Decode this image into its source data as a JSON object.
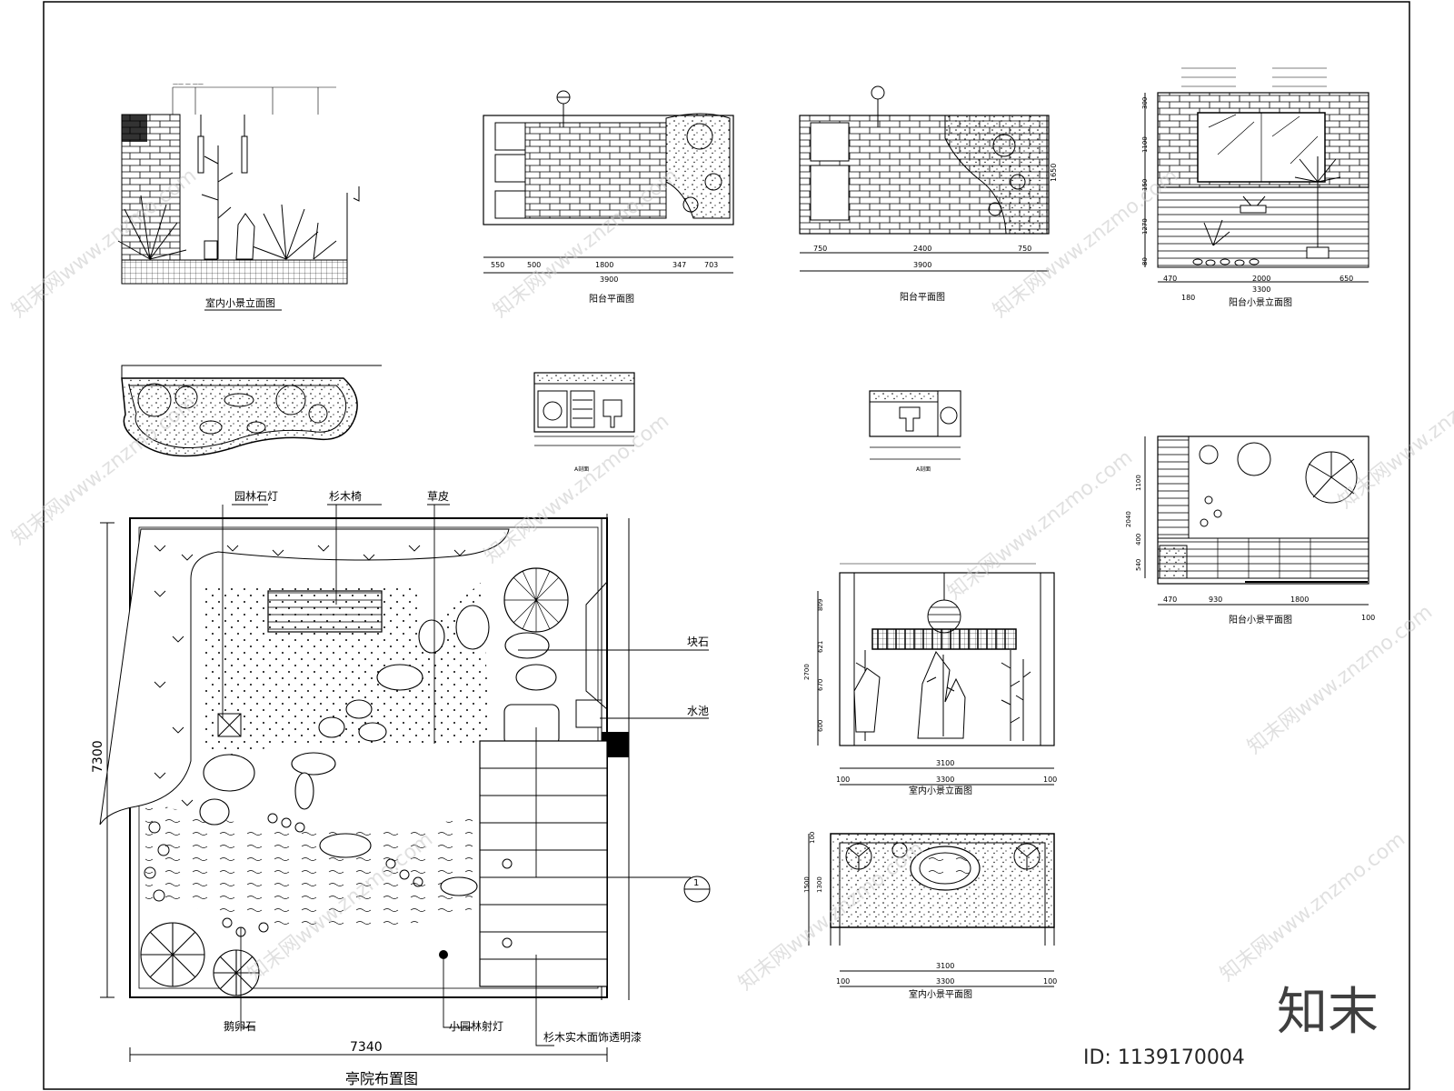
{
  "titles": {
    "elev_indoor_1": "室内小景立面图",
    "balcony_plan_1": "阳台平面图",
    "balcony_plan_2": "阳台平面图",
    "balcony_elev": "阳台小景立面图",
    "section_a": "A剖面",
    "section_b": "A剖面",
    "balcony_small_plan": "阳台小景平面图",
    "elev_indoor_2": "室内小景立面图",
    "plan_indoor": "室内小景平面图",
    "courtyard": "亭院布置图"
  },
  "courtyard_labels": {
    "stone_lamp": "园林石灯",
    "bench": "杉木椅",
    "lawn": "草皮",
    "block_stone": "块石",
    "pond": "水池",
    "pebble": "鹅卵石",
    "spotlight": "小园林射灯",
    "deck": "杉木实木面饰透明漆",
    "width": "7340",
    "height": "7300",
    "section_mark": "1"
  },
  "dims": {
    "bp1": [
      "550",
      "500",
      "1800",
      "347",
      "703",
      "3900"
    ],
    "bp1_side": "1650",
    "bp2": [
      "750",
      "2400",
      "750",
      "3900"
    ],
    "be_bottom": [
      "470",
      "2000",
      "650",
      "3300",
      "180"
    ],
    "be_side": [
      "300",
      "1100",
      "150",
      "1270",
      "80"
    ],
    "bsp_bottom": [
      "470",
      "930",
      "1800",
      "100"
    ],
    "bsp_side": [
      "1100",
      "2040",
      "400",
      "540"
    ],
    "ei2_side": [
      "809",
      "621",
      "670",
      "600",
      "2700"
    ],
    "ei2_bottom": [
      "3100",
      "3300",
      "100",
      "100"
    ],
    "pi_side": [
      "100",
      "1300",
      "1500"
    ],
    "pi_bottom": [
      "3100",
      "3300",
      "100",
      "100"
    ]
  },
  "watermark": {
    "brand": "知末",
    "text": "知末网www.znzmo.com",
    "id": "ID: 1139170004"
  }
}
